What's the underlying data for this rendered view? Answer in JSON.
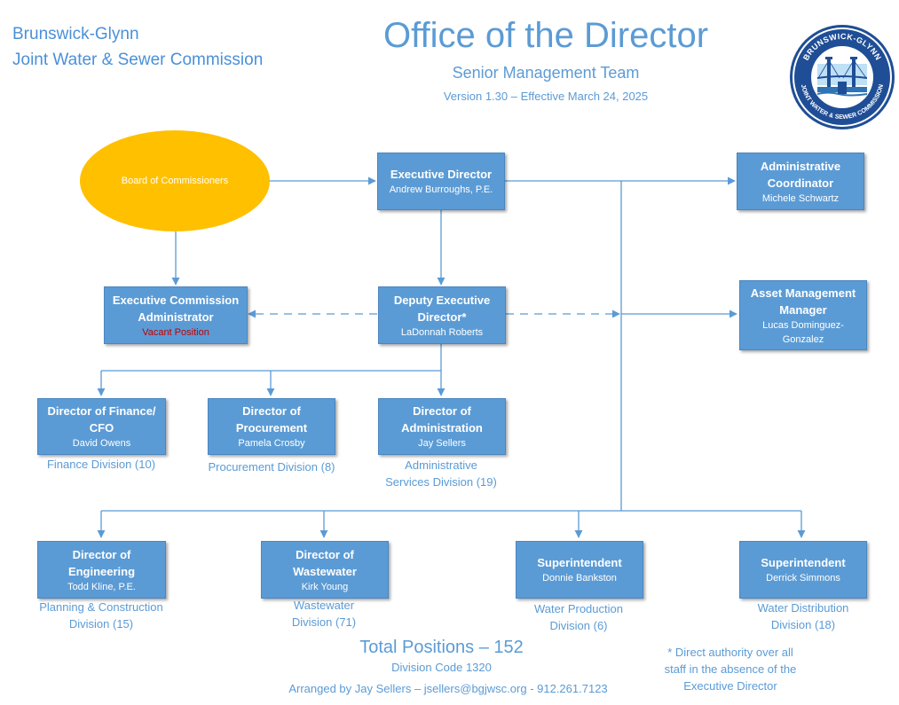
{
  "org": {
    "line1": "Brunswick-Glynn",
    "line2": "Joint Water & Sewer Commission"
  },
  "header": {
    "title": "Office of the Director",
    "subtitle": "Senior Management Team",
    "version": "Version 1.30 – Effective March 24, 2025"
  },
  "seal": {
    "top_text": "BRUNSWICK-GLYNN",
    "bottom_text": "JOINT WATER & SEWER COMMISSION"
  },
  "board": {
    "label": "Board of Commissioners"
  },
  "boxes": {
    "exec_director": {
      "title": "Executive Director",
      "name": "Andrew Burroughs, P.E."
    },
    "admin_coordinator": {
      "title1": "Administrative",
      "title2": "Coordinator",
      "name": "Michele Schwartz"
    },
    "exec_commission_admin": {
      "title1": "Executive Commission",
      "title2": "Administrator",
      "name": "Vacant Position"
    },
    "deputy_director": {
      "title1": "Deputy Executive",
      "title2": "Director*",
      "name": "LaDonnah Roberts"
    },
    "asset_manager": {
      "title1": "Asset Management",
      "title2": "Manager",
      "name1": "Lucas Dominguez-",
      "name2": "Gonzalez"
    },
    "finance": {
      "title1": "Director of Finance/",
      "title2": "CFO",
      "name": "David Owens",
      "caption": "Finance Division (10)"
    },
    "procurement": {
      "title1": "Director of",
      "title2": "Procurement",
      "name": "Pamela Crosby",
      "caption": "Procurement Division (8)"
    },
    "administration": {
      "title1": "Director of",
      "title2": "Administration",
      "name": "Jay Sellers",
      "caption1": "Administrative",
      "caption2": "Services Division (19)"
    },
    "engineering": {
      "title1": "Director of",
      "title2": "Engineering",
      "name": "Todd Kline, P.E.",
      "caption1": "Planning & Construction",
      "caption2": "Division (15)"
    },
    "wastewater": {
      "title1": "Director of",
      "title2": "Wastewater",
      "name": "Kirk Young",
      "caption1": "Wastewater",
      "caption2": "Division (71)"
    },
    "water_production": {
      "title": "Superintendent",
      "name": "Donnie Bankston",
      "caption1": "Water Production",
      "caption2": "Division (6)"
    },
    "water_distribution": {
      "title": "Superintendent",
      "name": "Derrick Simmons",
      "caption1": "Water Distribution",
      "caption2": "Division (18)"
    }
  },
  "footer": {
    "total": "Total Positions – 152",
    "division_code": "Division Code 1320",
    "arranged": "Arranged by Jay Sellers – jsellers@bgjwsc.org - 912.261.7123",
    "footnote1": "* Direct authority over all",
    "footnote2": "staff in the absence of the",
    "footnote3": "Executive Director"
  },
  "colors": {
    "box": "#5b9bd5",
    "board": "#ffc000",
    "vacant": "#c00000",
    "connector": "#5b9bd5"
  }
}
